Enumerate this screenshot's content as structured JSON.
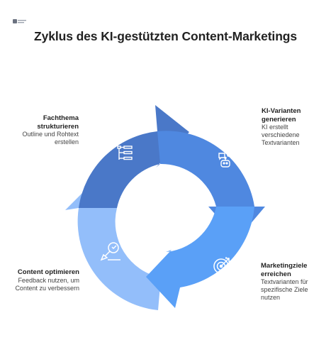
{
  "logo": {
    "name": "logo-icon"
  },
  "title": "Zyklus des KI-gestützten Content-Marketings",
  "colors": {
    "stage_top_left": "#4a78c8",
    "stage_top_right": "#4f88e0",
    "stage_bottom_right": "#5aa0f7",
    "stage_bottom_left": "#93befa",
    "icon_stroke": "#ffffff"
  },
  "stages": [
    {
      "id": "fachthema",
      "title": "Fachthema strukturieren",
      "description": "Outline und Rohtext erstellen",
      "icon": "hierarchy-list-icon"
    },
    {
      "id": "ki",
      "title": "KI-Varianten generieren",
      "description": "KI erstellt verschiedene Textvarianten",
      "icon": "chatbot-icon"
    },
    {
      "id": "marketing",
      "title": "Marketingziele erreichen",
      "description": "Textvarianten für spezifische Ziele nutzen",
      "icon": "target-icon"
    },
    {
      "id": "optimieren",
      "title": "Content optimieren",
      "description": "Feedback nutzen, um Content zu verbessern",
      "icon": "search-edit-icon"
    }
  ]
}
